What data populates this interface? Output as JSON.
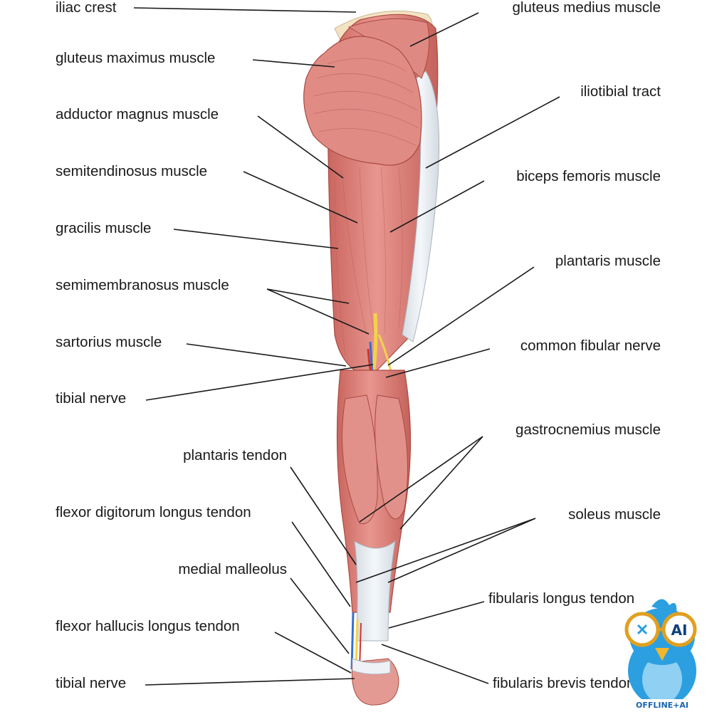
{
  "labels_left": [
    {
      "id": "iliac-crest",
      "text": "iliac crest"
    },
    {
      "id": "gluteus-maximus",
      "text": "gluteus maximus muscle"
    },
    {
      "id": "adductor-magnus",
      "text": "adductor magnus muscle"
    },
    {
      "id": "semitendinosus",
      "text": "semitendinosus muscle"
    },
    {
      "id": "gracilis",
      "text": "gracilis muscle"
    },
    {
      "id": "semimembranosus",
      "text": "semimembranosus muscle"
    },
    {
      "id": "sartorius",
      "text": "sartorius muscle"
    },
    {
      "id": "tibial-nerve-upper",
      "text": "tibial nerve"
    },
    {
      "id": "plantaris-tendon",
      "text": "plantaris tendon"
    },
    {
      "id": "flexor-digitorum-longus-tendon",
      "text": "flexor digitorum longus tendon"
    },
    {
      "id": "medial-malleolus",
      "text": "medial malleolus"
    },
    {
      "id": "flexor-hallucis-longus-tendon",
      "text": "flexor hallucis longus tendon"
    },
    {
      "id": "tibial-nerve-lower",
      "text": "tibial nerve"
    }
  ],
  "labels_right": [
    {
      "id": "gluteus-medius",
      "text": "gluteus medius muscle"
    },
    {
      "id": "iliotibial-tract",
      "text": "iliotibial tract"
    },
    {
      "id": "biceps-femoris",
      "text": "biceps femoris muscle"
    },
    {
      "id": "plantaris-muscle",
      "text": "plantaris muscle"
    },
    {
      "id": "common-fibular-nerve",
      "text": "common fibular nerve"
    },
    {
      "id": "gastrocnemius",
      "text": "gastrocnemius muscle"
    },
    {
      "id": "soleus",
      "text": "soleus muscle"
    },
    {
      "id": "fibularis-longus-tendon",
      "text": "fibularis longus tendon"
    },
    {
      "id": "fibularis-brevis-tendon",
      "text": "fibularis brevis tendon"
    }
  ],
  "watermark": {
    "badge_text": "AI",
    "banner_text": "OFFLINE+AI"
  },
  "colors": {
    "muscle": "#d9807a",
    "muscle_dark": "#b9574f",
    "tendon": "#e9eef3",
    "nerve": "#f3d24a",
    "vein": "#3a6fd0",
    "artery": "#d0352f",
    "leader": "#1a1a1a",
    "mascot_blue": "#2b9fe0"
  }
}
